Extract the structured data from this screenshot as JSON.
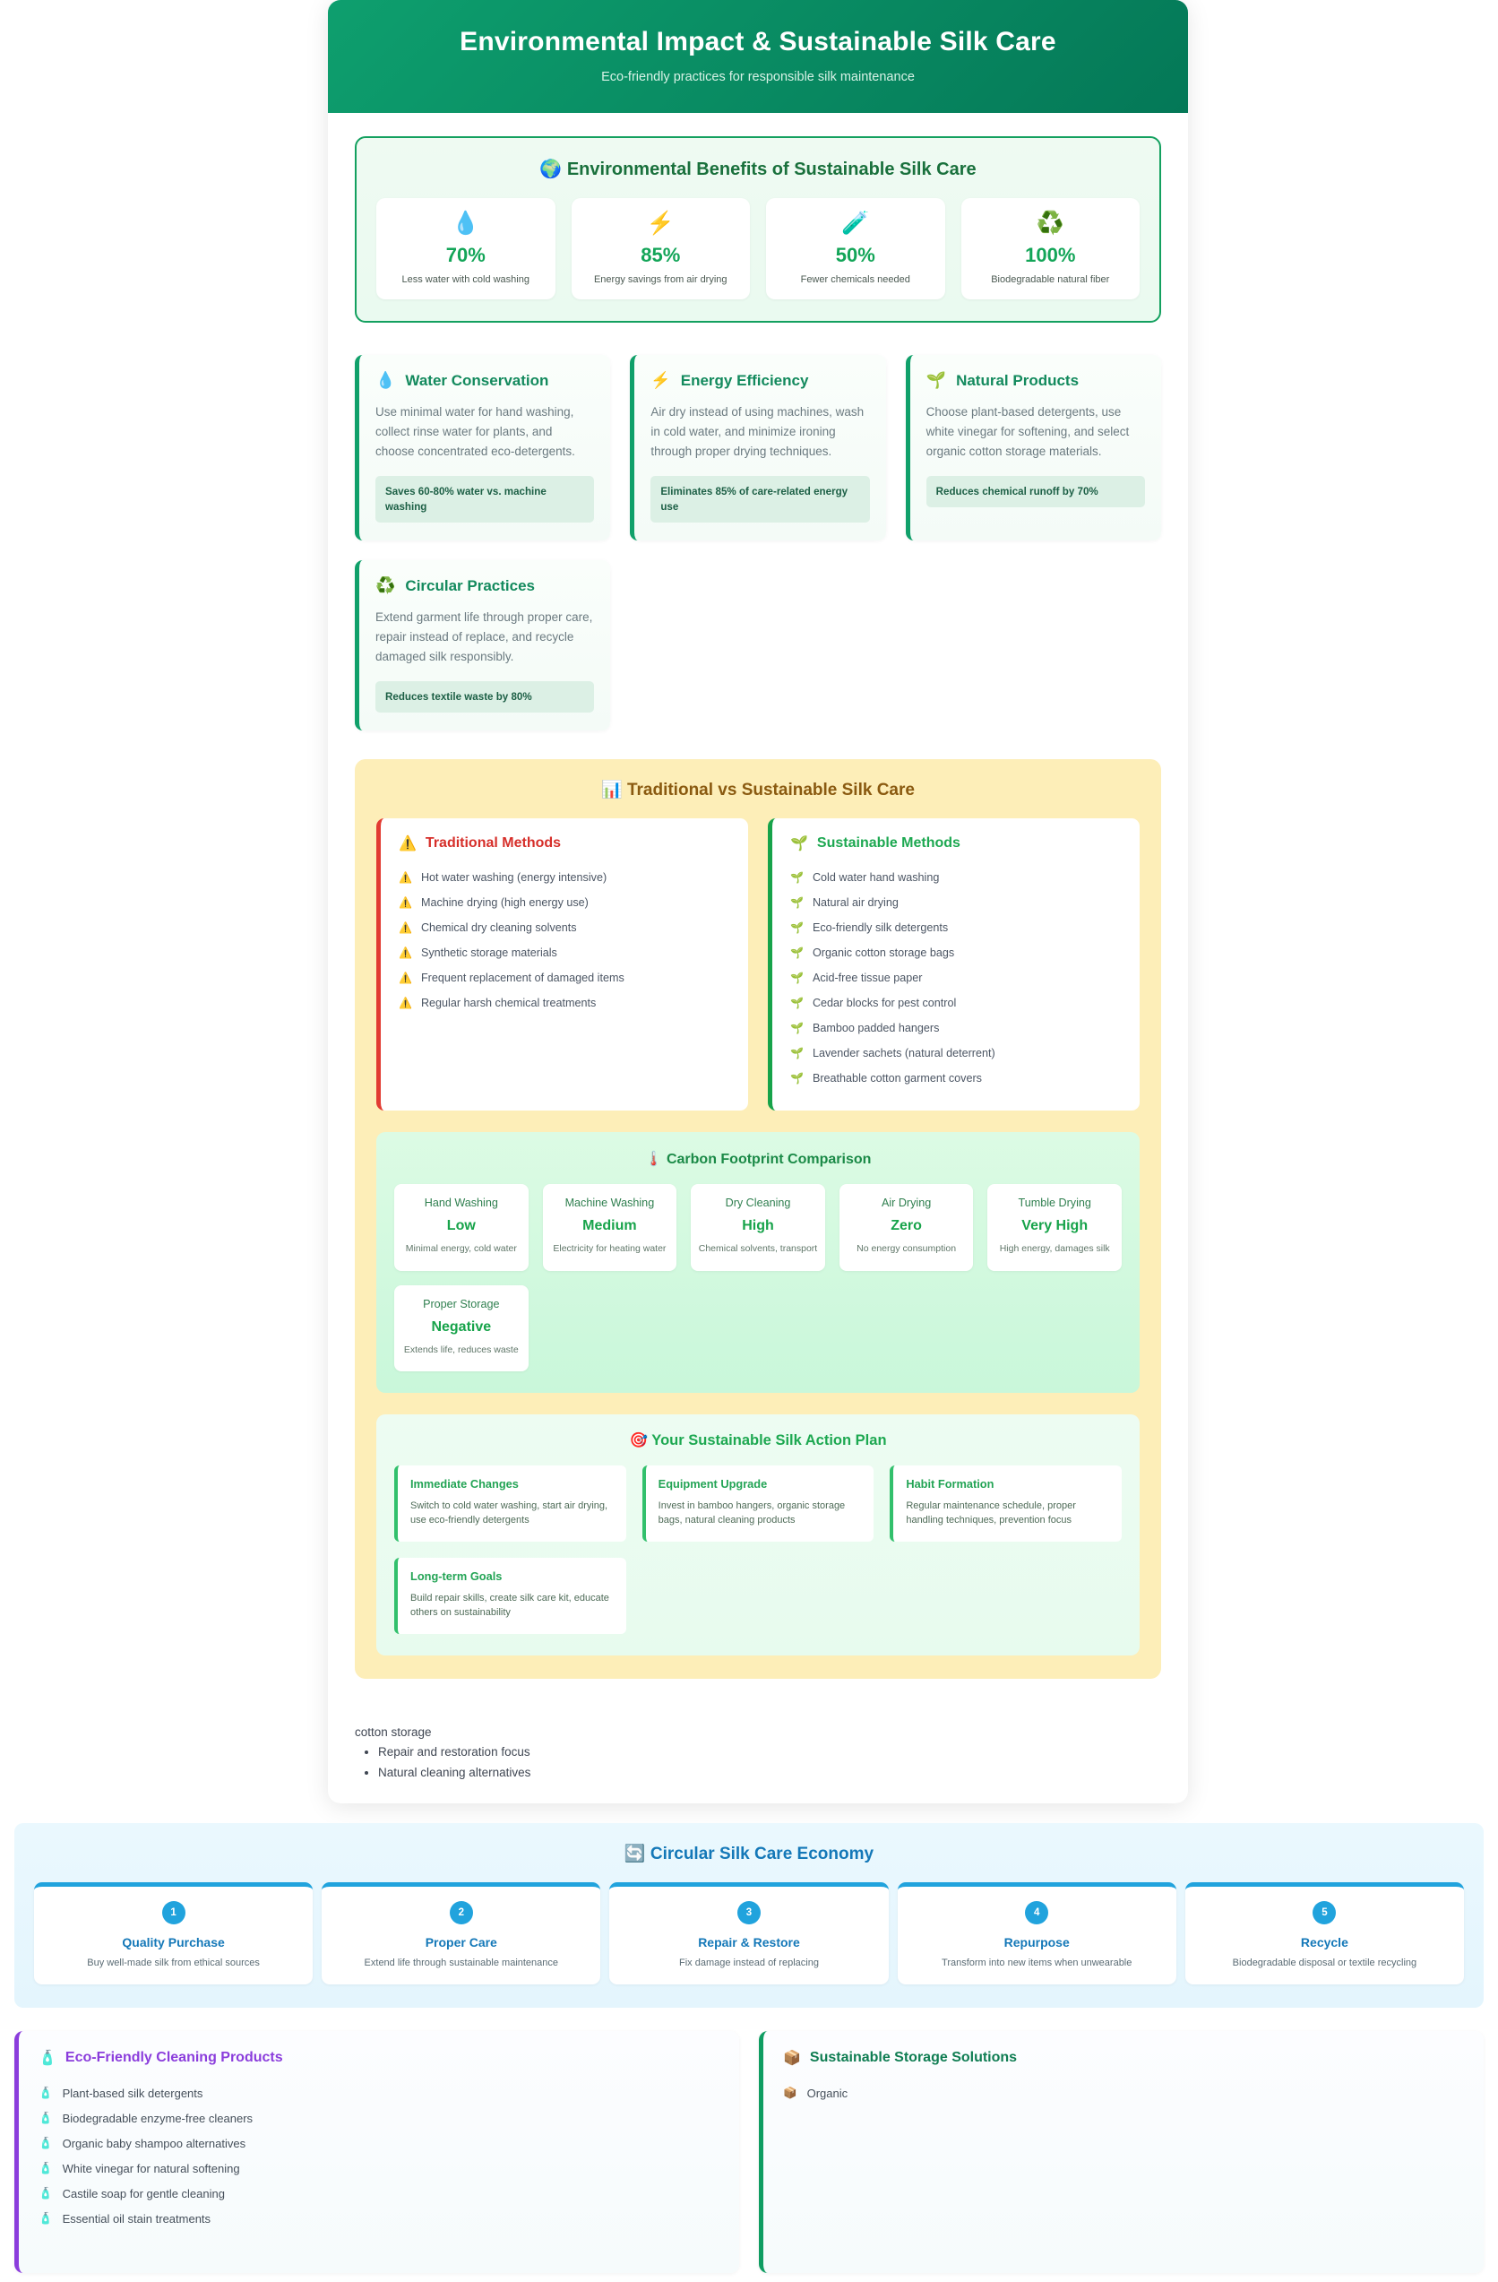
{
  "hero": {
    "title": "Environmental Impact & Sustainable Silk Care",
    "subtitle": "Eco-friendly practices for responsible silk maintenance"
  },
  "benefits": {
    "heading": "🌍 Environmental Benefits of Sustainable Silk Care",
    "stats": [
      {
        "icon": "💧",
        "icon_name": "water-drop-icon",
        "value": "70%",
        "label": "Less water with cold washing"
      },
      {
        "icon": "⚡",
        "icon_name": "lightning-bolt-icon",
        "value": "85%",
        "label": "Energy savings from air drying"
      },
      {
        "icon": "🧪",
        "icon_name": "test-tube-icon",
        "value": "50%",
        "label": "Fewer chemicals needed"
      },
      {
        "icon": "♻️",
        "icon_name": "recycle-icon",
        "value": "100%",
        "label": "Biodegradable natural fiber"
      }
    ]
  },
  "practices": [
    {
      "icon": "💧",
      "icon_name": "water-drop-icon",
      "title": "Water Conservation",
      "desc": "Use minimal water for hand washing, collect rinse water for plants, and choose concentrated eco-detergents.",
      "impact": "Saves 60-80% water vs. machine washing"
    },
    {
      "icon": "⚡",
      "icon_name": "lightning-bolt-icon",
      "title": "Energy Efficiency",
      "desc": "Air dry instead of using machines, wash in cold water, and minimize ironing through proper drying techniques.",
      "impact": "Eliminates 85% of care-related energy use"
    },
    {
      "icon": "🌱",
      "icon_name": "seedling-icon",
      "title": "Natural Products",
      "desc": "Choose plant-based detergents, use white vinegar for softening, and select organic cotton storage materials.",
      "impact": "Reduces chemical runoff by 70%"
    },
    {
      "icon": "♻️",
      "icon_name": "recycle-icon",
      "title": "Circular Practices",
      "desc": "Extend garment life through proper care, repair instead of replace, and recycle damaged silk responsibly.",
      "impact": "Reduces textile waste by 80%"
    }
  ],
  "comparison": {
    "heading": "📊 Traditional vs Sustainable Silk Care",
    "traditional": {
      "icon": "⚠️",
      "icon_name": "warning-icon",
      "title": "Traditional Methods",
      "items": [
        "Hot water washing (energy intensive)",
        "Machine drying (high energy use)",
        "Chemical dry cleaning solvents",
        "Synthetic storage materials",
        "Frequent replacement of damaged items",
        "Regular harsh chemical treatments"
      ]
    },
    "sustainable": {
      "icon": "🌱",
      "icon_name": "seedling-icon",
      "title": "Sustainable Methods",
      "items": [
        "Cold water hand washing",
        "Natural air drying",
        "Eco-friendly silk detergents",
        "Organic cotton storage bags",
        "Acid-free tissue paper",
        "Cedar blocks for pest control",
        "Bamboo padded hangers",
        "Lavender sachets (natural deterrent)",
        "Breathable cotton garment covers"
      ]
    },
    "carbon": {
      "heading": "🌡️ Carbon Footprint Comparison",
      "items": [
        {
          "method": "Hand Washing",
          "level": "Low",
          "note": "Minimal energy, cold water"
        },
        {
          "method": "Machine Washing",
          "level": "Medium",
          "note": "Electricity for heating water"
        },
        {
          "method": "Dry Cleaning",
          "level": "High",
          "note": "Chemical solvents, transport"
        },
        {
          "method": "Air Drying",
          "level": "Zero",
          "note": "No energy consumption"
        },
        {
          "method": "Tumble Drying",
          "level": "Very High",
          "note": "High energy, damages silk"
        },
        {
          "method": "Proper Storage",
          "level": "Negative",
          "note": "Extends life, reduces waste"
        }
      ]
    },
    "action_plan": {
      "heading": "🎯 Your Sustainable Silk Action Plan",
      "items": [
        {
          "title": "Immediate Changes",
          "desc": "Switch to cold water washing, start air drying, use eco-friendly detergents"
        },
        {
          "title": "Equipment Upgrade",
          "desc": "Invest in bamboo hangers, organic storage bags, natural cleaning products"
        },
        {
          "title": "Habit Formation",
          "desc": "Regular maintenance schedule, proper handling techniques, prevention focus"
        },
        {
          "title": "Long-term Goals",
          "desc": "Build repair skills, create silk care kit, educate others on sustainability"
        }
      ]
    }
  },
  "fragment": {
    "lead": "cotton storage",
    "items": [
      "Repair and restoration focus",
      "Natural cleaning alternatives"
    ]
  },
  "economy": {
    "heading": "🔄 Circular Silk Care Economy",
    "steps": [
      {
        "num": "1",
        "title": "Quality Purchase",
        "desc": "Buy well-made silk from ethical sources"
      },
      {
        "num": "2",
        "title": "Proper Care",
        "desc": "Extend life through sustainable maintenance"
      },
      {
        "num": "3",
        "title": "Repair & Restore",
        "desc": "Fix damage instead of replacing"
      },
      {
        "num": "4",
        "title": "Repurpose",
        "desc": "Transform into new items when unwearable"
      },
      {
        "num": "5",
        "title": "Recycle",
        "desc": "Biodegradable disposal or textile recycling"
      }
    ]
  },
  "bottom": {
    "cleaning": {
      "icon": "🧴",
      "icon_name": "soap-bottle-icon",
      "title": "Eco-Friendly Cleaning Products",
      "bullet_icon": "🧴",
      "items": [
        "Plant-based silk detergents",
        "Biodegradable enzyme-free cleaners",
        "Organic baby shampoo alternatives",
        "White vinegar for natural softening",
        "Castile soap for gentle cleaning",
        "Essential oil stain treatments"
      ]
    },
    "storage": {
      "icon": "📦",
      "icon_name": "package-box-icon",
      "title": "Sustainable Storage Solutions",
      "bullet_icon": "📦",
      "items": [
        "Organic"
      ]
    }
  },
  "colors": {
    "brand_green": "#0e9f6e",
    "deep_green": "#047857",
    "accent_blue": "#21a3dd",
    "warn_yellow": "#fdeeb8",
    "danger_red": "#e23b32",
    "purple": "#8b3ddc"
  }
}
